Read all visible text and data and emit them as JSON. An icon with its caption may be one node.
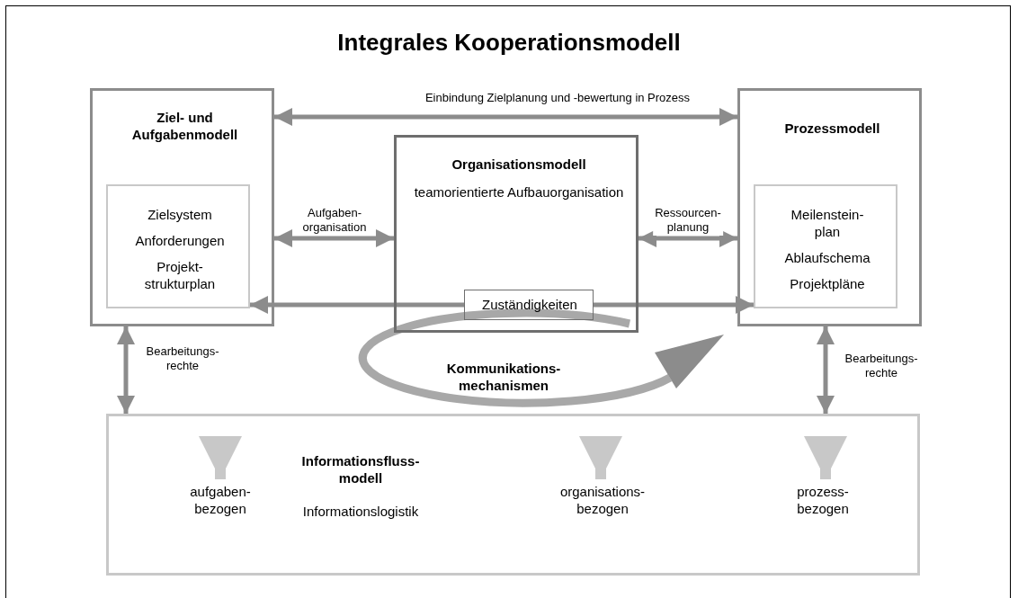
{
  "diagram": {
    "title": "Integrales Kooperationsmodell",
    "nodes": [
      {
        "text": [
          "Ziel- und Aufgabenmodell"
        ]
      },
      {
        "text": [
          "Zielsystem",
          "Anforderungen",
          "Projekt- strukturplan"
        ],
        "in": 0
      },
      {
        "text": [
          "Organisationsmodell",
          "teamorientierte Aufbauorganisation"
        ]
      },
      {
        "text": [
          "Zuständigkeiten"
        ],
        "in": 2
      },
      {
        "text": [
          "Prozessmodell"
        ]
      },
      {
        "text": [
          "Meilenstein- plan",
          "Ablaufschema",
          "Projektpläne"
        ],
        "in": 4
      },
      {
        "text": [
          "Informationsfluss- modell",
          "Informationslogistik"
        ]
      },
      {
        "text": [
          "aufgaben- bezogen"
        ],
        "in": 6
      },
      {
        "text": [
          "organisations- bezogen"
        ],
        "in": 6
      },
      {
        "text": [
          "prozess- bezogen"
        ],
        "in": 6
      }
    ],
    "edges": [
      {
        "from": 0,
        "to": 4,
        "arrow": "both",
        "label": "Einbindung Zielplanung und -bewertung in Prozess"
      },
      {
        "from": 0,
        "to": 2,
        "arrow": "both",
        "label": "Aufgaben- organisation"
      },
      {
        "from": 2,
        "to": 4,
        "arrow": "both",
        "label": "Ressourcen- planung"
      },
      {
        "from": 3,
        "to": 1,
        "arrow": "to"
      },
      {
        "from": 3,
        "to": 5,
        "arrow": "to"
      },
      {
        "from": 0,
        "to": 6,
        "arrow": "both",
        "label": "Bearbeitungs- rechte"
      },
      {
        "from": 4,
        "to": 6,
        "arrow": "both",
        "label": "Bearbeitungs- rechte"
      },
      {
        "from": null,
        "to": 7,
        "arrow": "to",
        "style": "thick",
        "color": "#c8c8c8"
      },
      {
        "from": null,
        "to": 8,
        "arrow": "to",
        "style": "thick",
        "color": "#c8c8c8"
      },
      {
        "from": null,
        "to": 9,
        "arrow": "to",
        "style": "thick",
        "color": "#c8c8c8"
      }
    ],
    "labels": [
      "Kommunikations- mechanismen"
    ]
  }
}
